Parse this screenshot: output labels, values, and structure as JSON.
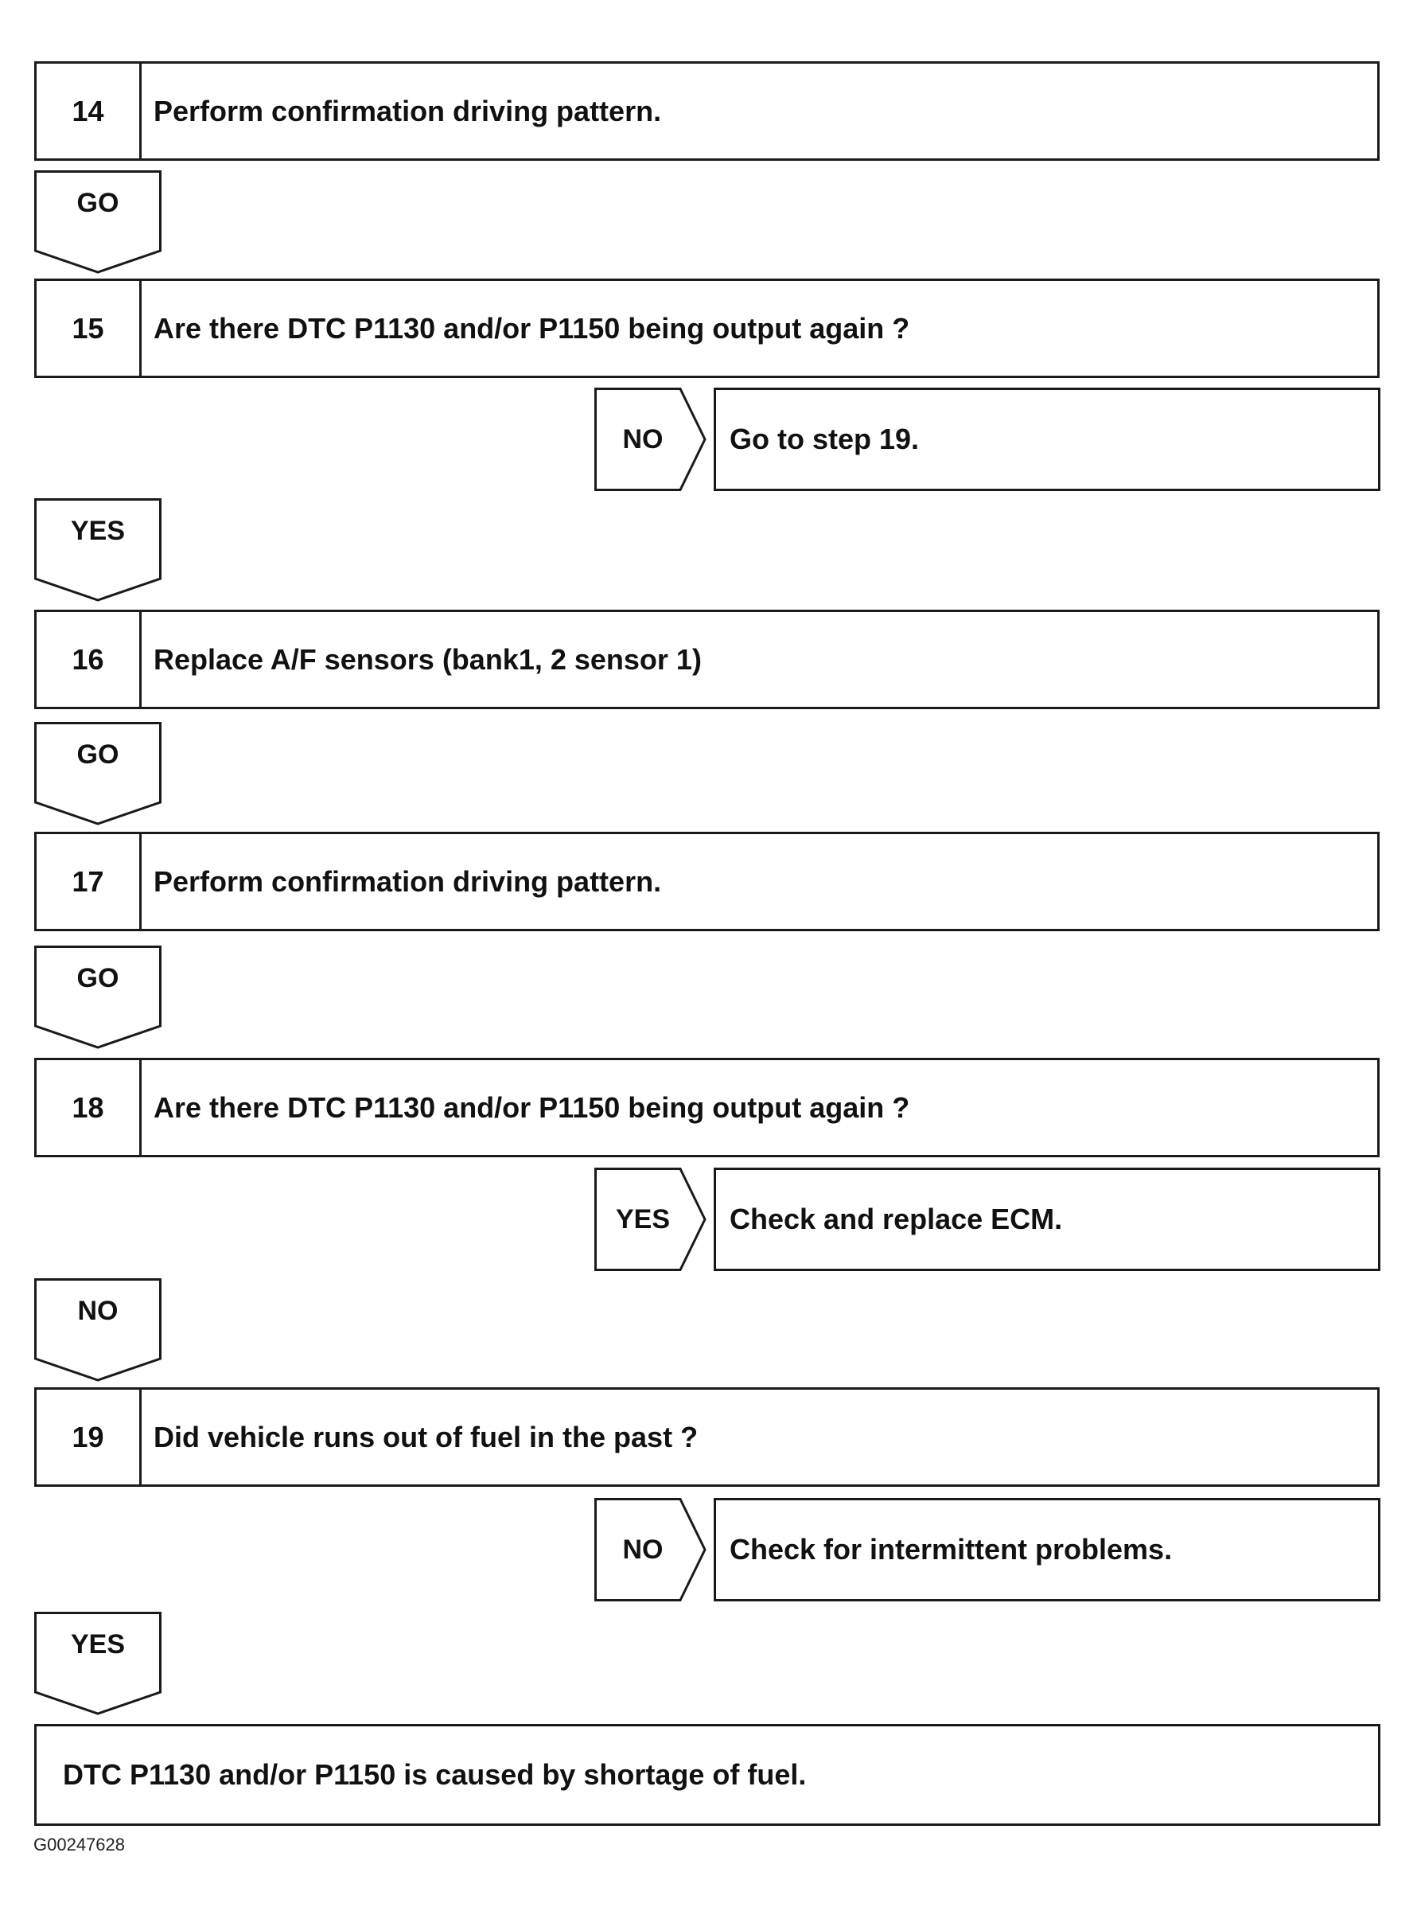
{
  "steps": [
    {
      "number": "14",
      "text": "Perform confirmation driving pattern."
    },
    {
      "number": "15",
      "text": "Are there DTC P1130 and/or P1150 being output again ?"
    },
    {
      "number": "16",
      "text": "Replace A/F sensors (bank1, 2 sensor 1)"
    },
    {
      "number": "17",
      "text": "Perform confirmation driving pattern."
    },
    {
      "number": "18",
      "text": "Are there DTC P1130 and/or P1150 being output again ?"
    },
    {
      "number": "19",
      "text": "Did vehicle runs out of fuel in the past ?"
    }
  ],
  "down_arrows": [
    "GO",
    "YES",
    "GO",
    "GO",
    "NO",
    "YES"
  ],
  "branches": [
    {
      "label": "NO",
      "result": "Go to step 19."
    },
    {
      "label": "YES",
      "result": "Check and replace ECM."
    },
    {
      "label": "NO",
      "result": "Check for intermittent problems."
    }
  ],
  "conclusion": "DTC P1130 and/or P1150 is caused by shortage of fuel.",
  "figure_id": "G00247628"
}
